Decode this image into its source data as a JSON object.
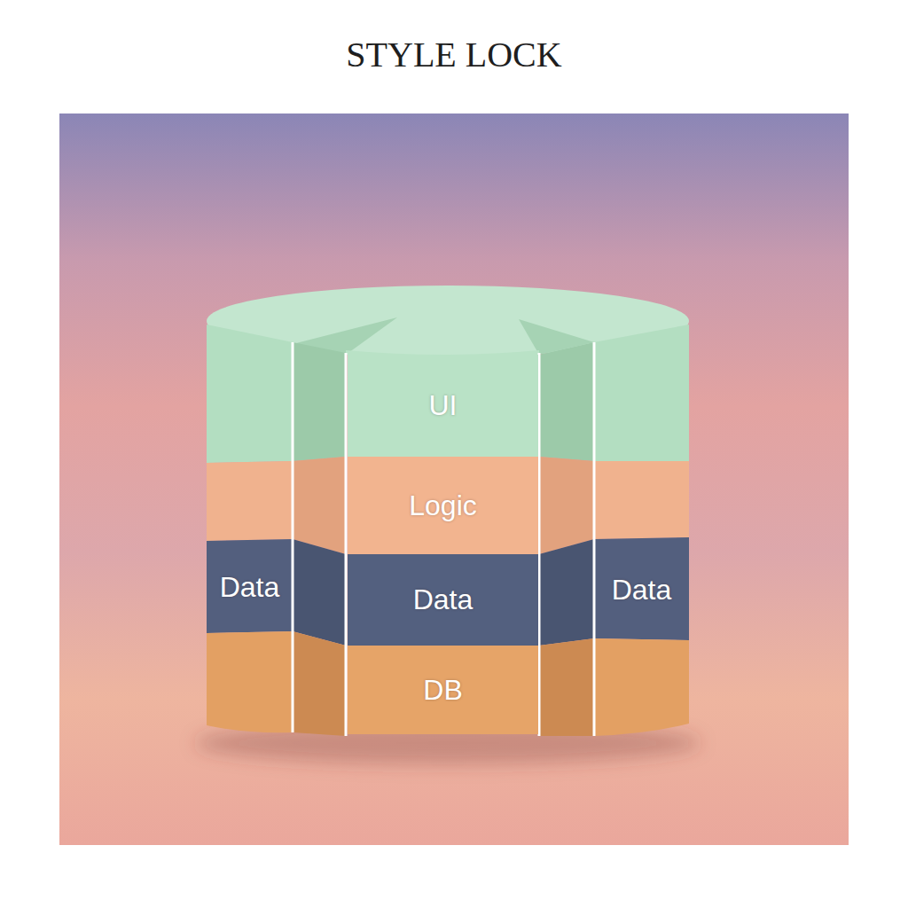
{
  "diagram": {
    "title": "STYLE LOCK",
    "nodes": [
      {
        "text": [
          "UI"
        ]
      },
      {
        "text": [
          "Logic"
        ]
      },
      {
        "text": [
          "Data"
        ]
      },
      {
        "text": [
          "Data"
        ]
      },
      {
        "text": [
          "Data"
        ]
      },
      {
        "text": [
          "DB"
        ]
      }
    ]
  }
}
